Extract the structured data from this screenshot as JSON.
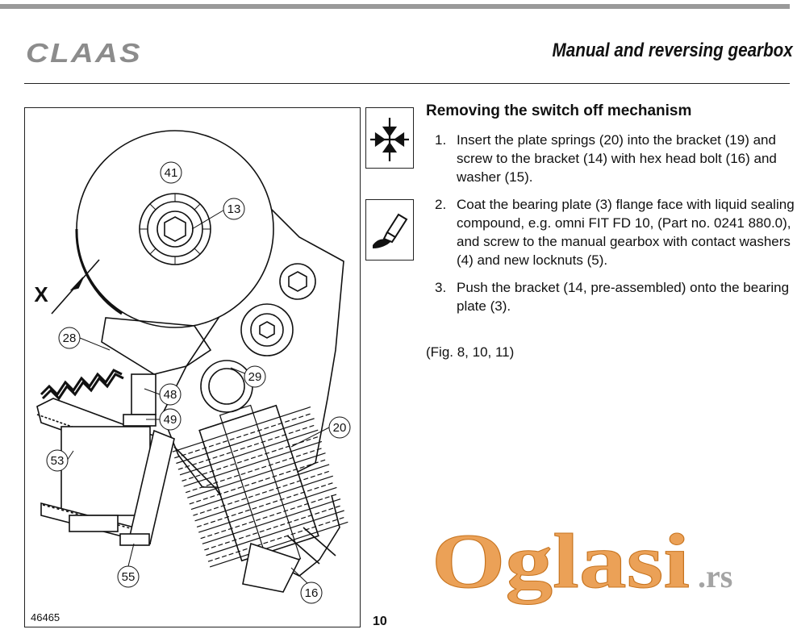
{
  "header": {
    "logo_text": "CLAAS",
    "title": "Manual and reversing gearbox"
  },
  "figure": {
    "id": "46465",
    "callouts": [
      "41",
      "13",
      "X",
      "28",
      "29",
      "48",
      "49",
      "20",
      "53",
      "55",
      "16"
    ]
  },
  "icons": [
    {
      "name": "assembly-arrows-icon"
    },
    {
      "name": "sealing-compound-icon"
    }
  ],
  "section": {
    "heading": "Removing the switch off mechanism",
    "steps": [
      {
        "number": "1.",
        "text": "Insert the plate springs (20) into the bracket (19) and screw to the bracket (14) with hex head bolt (16) and washer (15)."
      },
      {
        "number": "2.",
        "text": "Coat the bearing plate (3) flange face with liquid sealing compound, e.g. omni FIT FD 10, (Part no. 0241 880.0), and screw to the manual gearbox with contact washers (4) and new locknuts (5)."
      },
      {
        "number": "3.",
        "text": "Push the bracket (14, pre-assembled) onto the bearing plate (3)."
      }
    ],
    "figure_reference": "(Fig. 8, 10, 11)"
  },
  "page": {
    "number": "10"
  },
  "watermark": {
    "text": "Oglasi",
    "suffix": ".rs"
  },
  "colors": {
    "topbar": "#9a9a9a",
    "watermark": "#e8913a",
    "logo": "#8c8c8c"
  }
}
